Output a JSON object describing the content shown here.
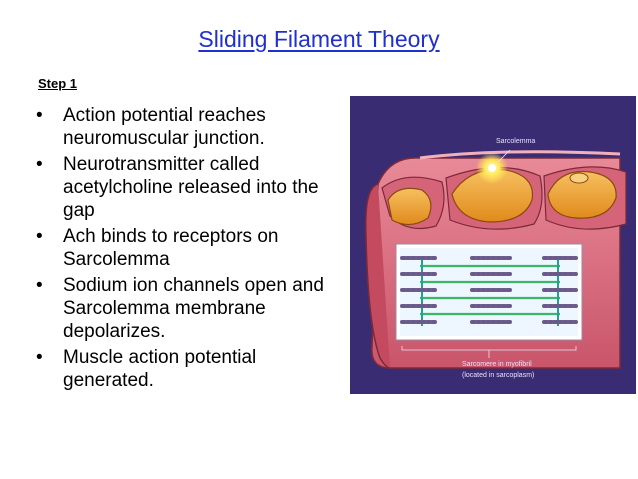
{
  "slide": {
    "title": "Sliding Filament Theory",
    "step_label": "Step 1",
    "bullets": [
      "Action potential reaches neuromuscular junction.",
      "Neurotransmitter called acetylcholine released into the gap",
      "Ach binds to receptors on Sarcolemma",
      "Sodium ion channels open and Sarcolemma membrane depolarizes.",
      "Muscle action potential generated."
    ]
  },
  "figure": {
    "label_sarcolemma": "Sarcolemma",
    "caption_line1": "Sarcomere in myofibril",
    "caption_line2": "(located in sarcoplasm)",
    "colors": {
      "background": "#3a2c73",
      "membrane": "#d9687a",
      "terminal": "#f0a030",
      "myofibril_bg": "#ffffff",
      "thin_filament": "#39b86a",
      "thick_filament": "#6a5a8a",
      "highlight": "#ffe95a"
    }
  }
}
